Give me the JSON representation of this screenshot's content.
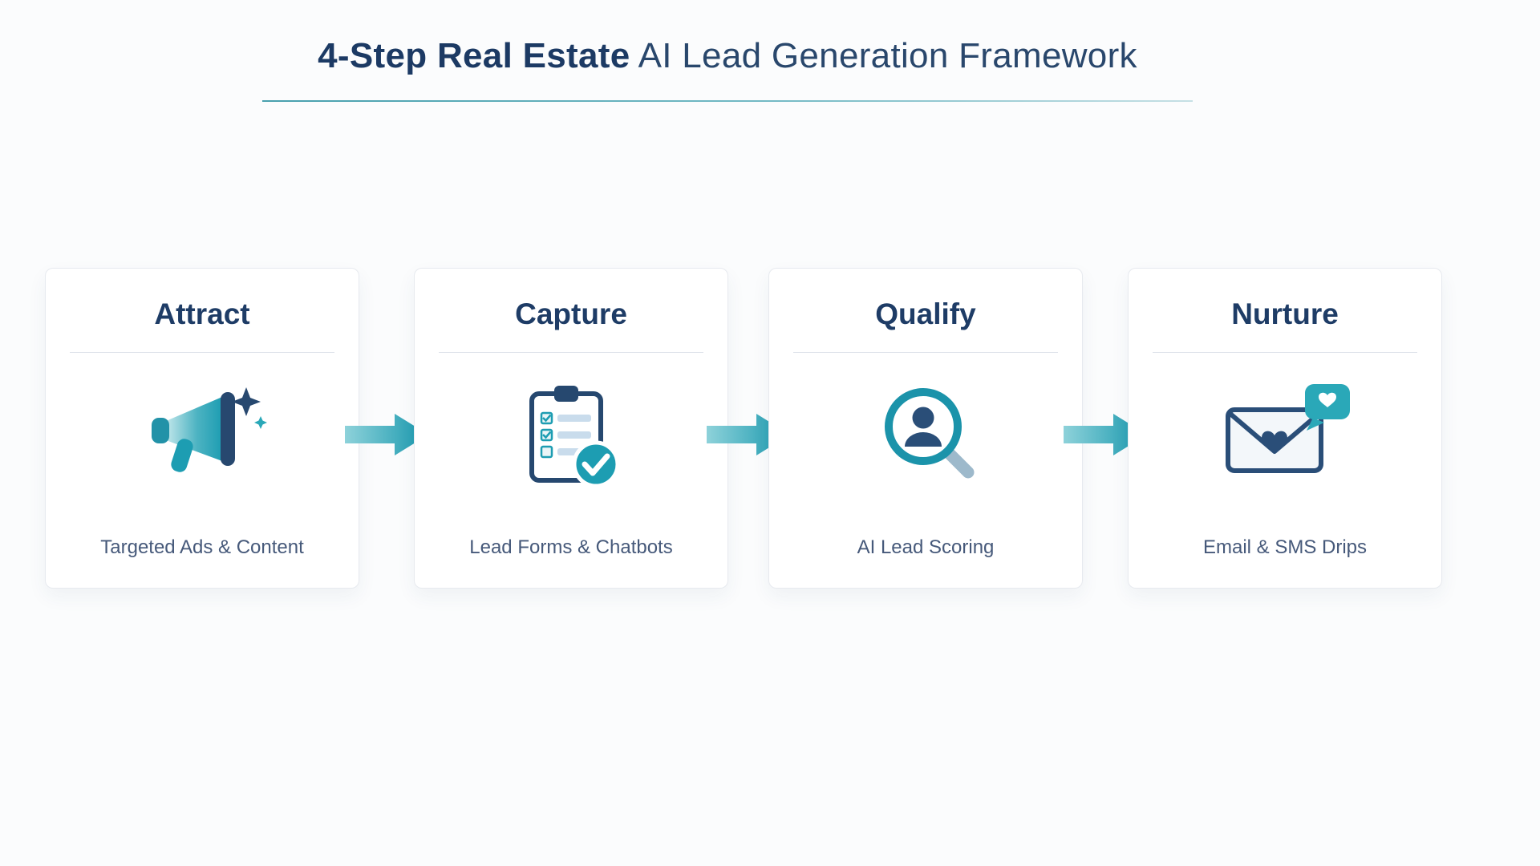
{
  "header": {
    "title_bold": "4-Step Real Estate",
    "title_regular": " AI Lead Generation Framework"
  },
  "steps": [
    {
      "title": "Attract",
      "subtitle": "Targeted Ads & Content",
      "icon": "megaphone-icon"
    },
    {
      "title": "Capture",
      "subtitle": "Lead Forms & Chatbots",
      "icon": "clipboard-checklist-icon"
    },
    {
      "title": "Qualify",
      "subtitle": "AI Lead Scoring",
      "icon": "lead-scoring-magnifier-icon"
    },
    {
      "title": "Nurture",
      "subtitle": "Email & SMS Drips",
      "icon": "email-heart-icon"
    }
  ],
  "colors": {
    "accent_teal": "#1d9db2",
    "navy": "#1e3c66",
    "muted_text": "#46597a",
    "divider": "#dde2ea"
  }
}
